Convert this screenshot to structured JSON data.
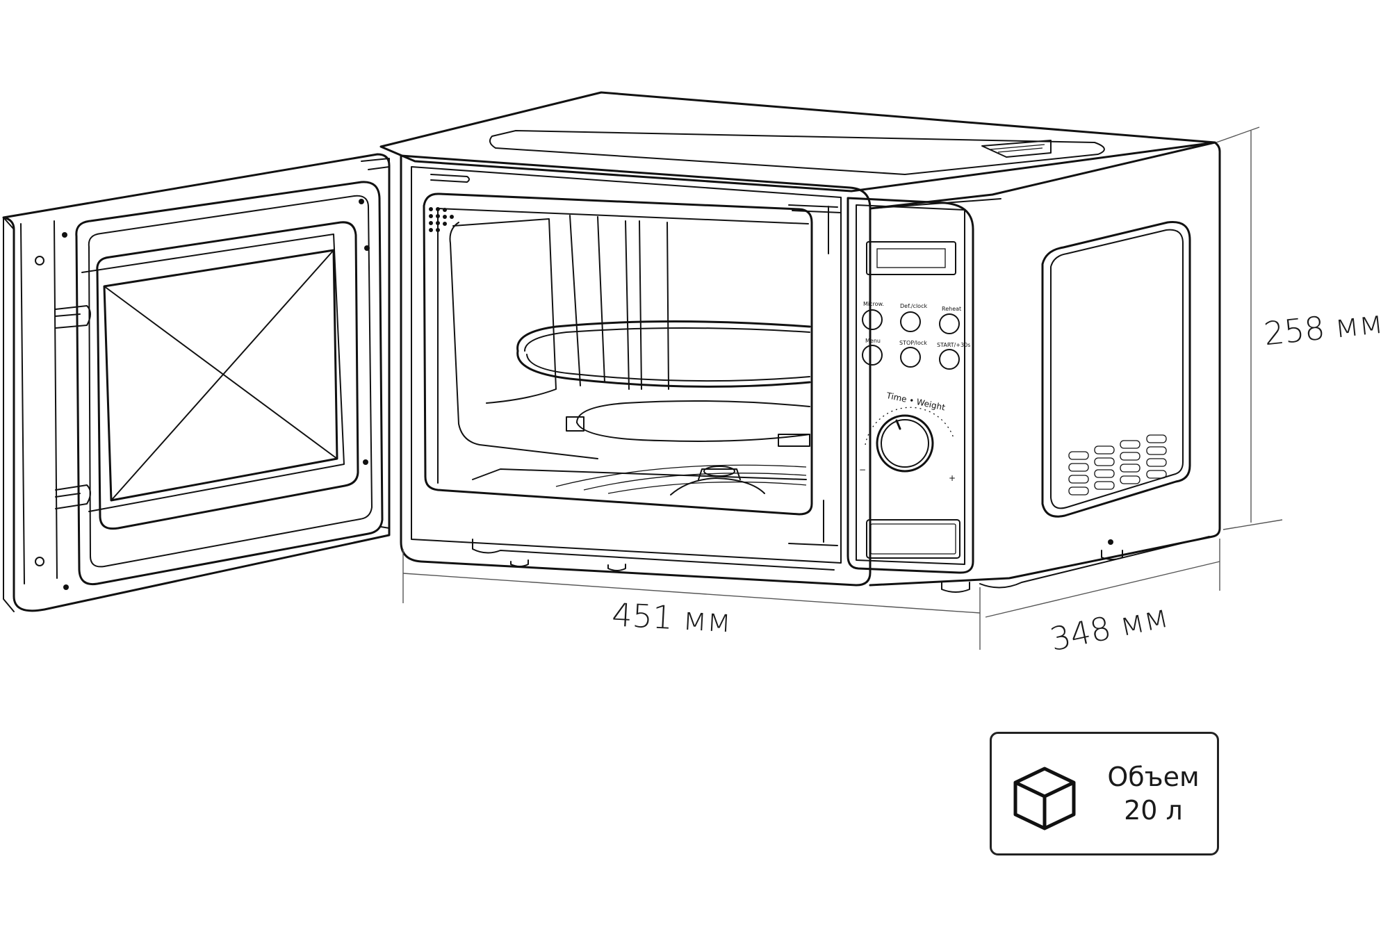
{
  "dimensions": {
    "width": "451 мм",
    "depth": "348 мм",
    "height": "258 мм"
  },
  "control_panel": {
    "buttons": [
      "Microw.",
      "Def./clock",
      "Reheat",
      "Menu",
      "STOP/lock",
      "START/+30s"
    ],
    "knob_label": "Time • Weight",
    "knob_minus": "−",
    "knob_plus": "+"
  },
  "volume": {
    "label": "Объем",
    "value": "20 л",
    "icon": "cube-icon"
  }
}
